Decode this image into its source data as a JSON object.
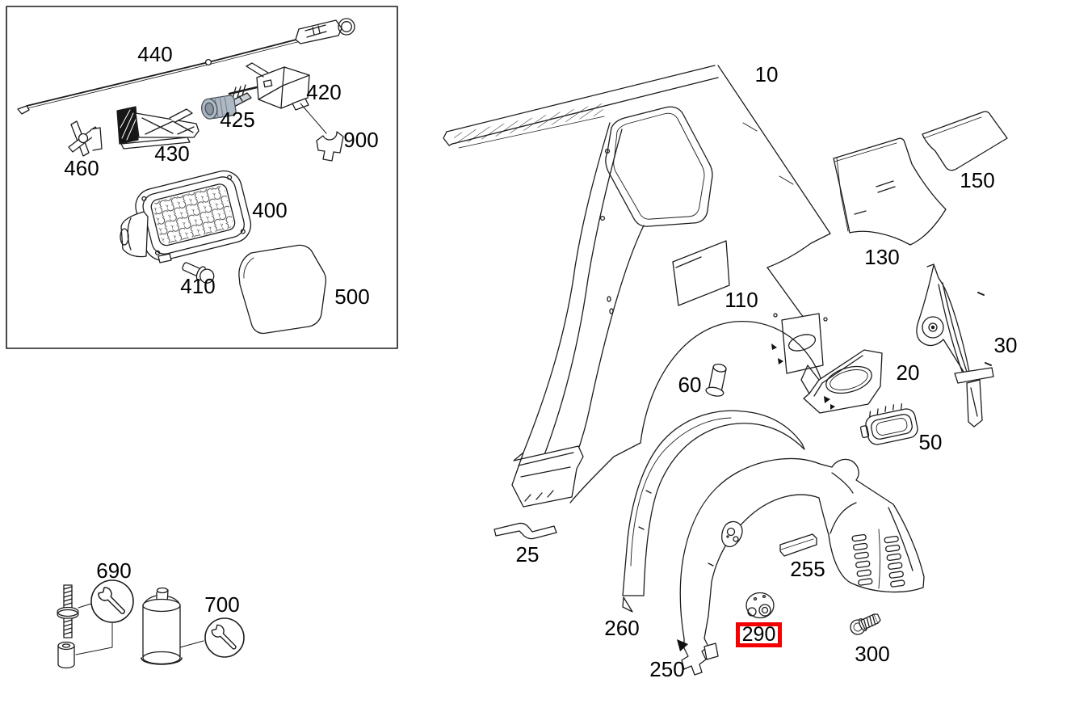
{
  "palette": {
    "background": "#ffffff",
    "line": "#1c1c1c",
    "metal_fill": "#aeb9c3",
    "key_fill": "#ccd2d8",
    "bracket_face": "#161616",
    "highlight_red": "#f40000"
  },
  "highlight": {
    "part_number": "290",
    "style": "red-box"
  },
  "labels": {
    "c10": "10",
    "c20": "20",
    "c25": "25",
    "c30": "30",
    "c50": "50",
    "c60": "60",
    "c110": "110",
    "c130": "130",
    "c150": "150",
    "c250": "250",
    "c255": "255",
    "c260": "260",
    "c290": "290",
    "c300": "300",
    "c400": "400",
    "c410": "410",
    "c420": "420",
    "c425": "425",
    "c430": "430",
    "c440": "440",
    "c460": "460",
    "c500": "500",
    "c690": "690",
    "c700": "700",
    "c900": "900"
  },
  "icons": {
    "tool_wrench_690": "wrench",
    "tool_wrench_700": "wrench"
  },
  "visible_part_numbers": [
    "10",
    "20",
    "25",
    "30",
    "50",
    "60",
    "110",
    "130",
    "150",
    "250",
    "255",
    "260",
    "290",
    "300",
    "400",
    "410",
    "420",
    "425",
    "430",
    "440",
    "460",
    "500",
    "690",
    "700",
    "900"
  ]
}
